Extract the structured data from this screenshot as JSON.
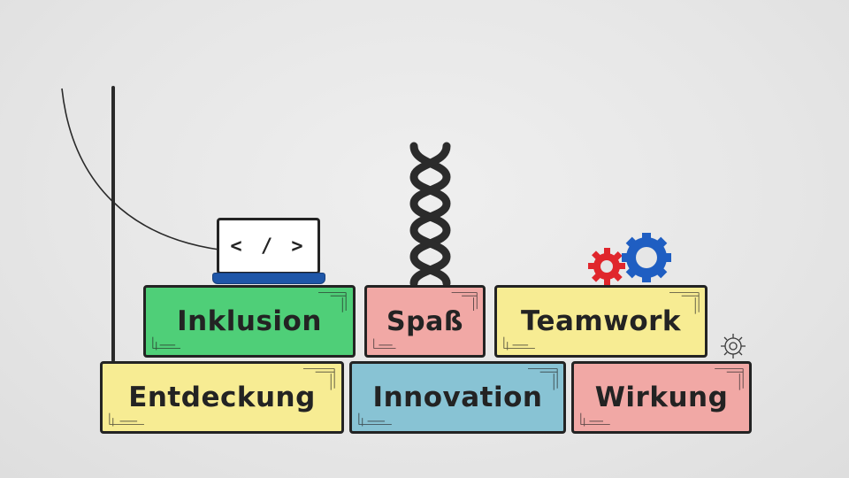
{
  "blocks": [
    {
      "id": "inklusion",
      "label": "Inklusion",
      "color": "#4fcf78"
    },
    {
      "id": "spass",
      "label": "Spaß",
      "color": "#f1a8a5"
    },
    {
      "id": "teamwork",
      "label": "Teamwork",
      "color": "#f7ec93"
    },
    {
      "id": "entdeckung",
      "label": "Entdeckung",
      "color": "#f7ec93"
    },
    {
      "id": "innovation",
      "label": "Innovation",
      "color": "#88c3d4"
    },
    {
      "id": "wirkung",
      "label": "Wirkung",
      "color": "#f1a8a5"
    }
  ],
  "laptop": {
    "code_text": "< / >",
    "base_color": "#1e56a8"
  },
  "icons": {
    "dna": "dna-helix-icon",
    "gear_red": "gear-icon",
    "gear_blue": "gear-icon",
    "gear_small": "gear-outline-icon",
    "laptop": "laptop-code-icon"
  },
  "colors": {
    "background": "#e6e6e6",
    "outline": "#232323",
    "gear_red": "#e0262c",
    "gear_blue": "#1f5ec2"
  }
}
